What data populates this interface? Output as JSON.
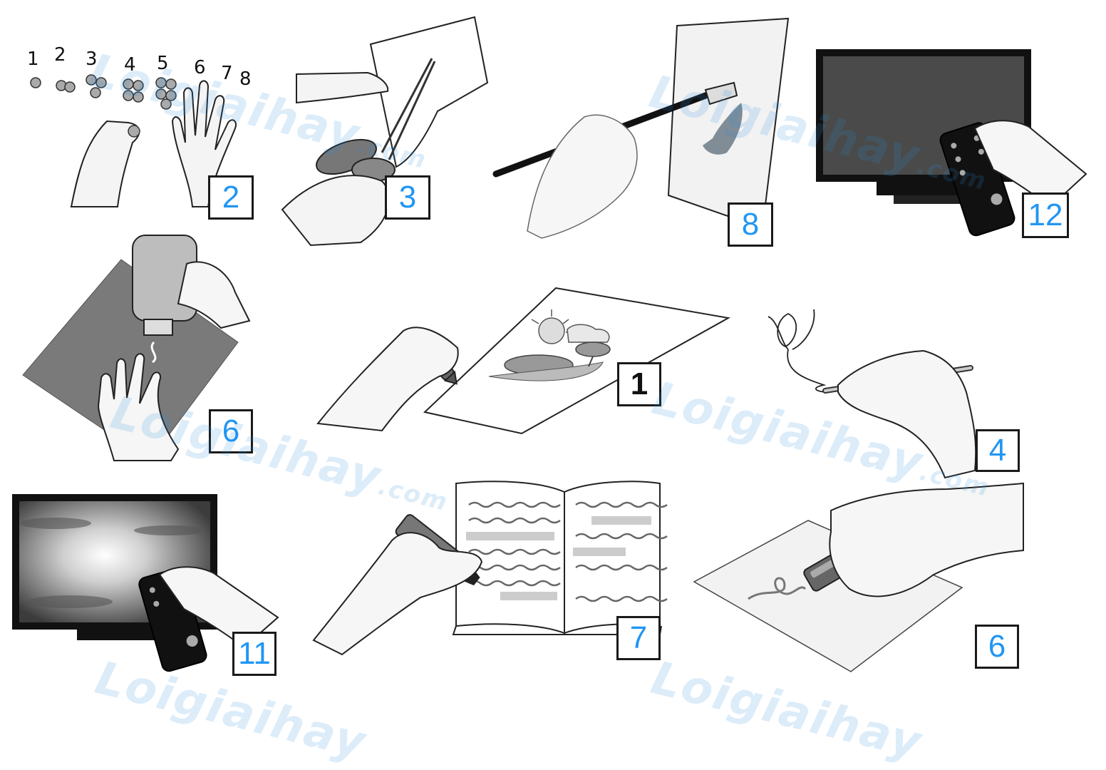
{
  "finger_counts": [
    "1",
    "2",
    "3",
    "4",
    "5",
    "6",
    "7",
    "8"
  ],
  "badges": {
    "counting": "2",
    "cutting": "3",
    "painting": "8",
    "tv_remote_dark": "12",
    "glue": "6",
    "crayon_drawing": "1",
    "pencil_sketch": "4",
    "tv_remote_sunset": "11",
    "highlighting_book": "7",
    "erasing": "6"
  },
  "watermark": {
    "brand": "Loigiaihay",
    "suffix": ".com"
  },
  "colors": {
    "badge_number": "#2196f3",
    "badge_border": "#1a1a1a",
    "watermark": "#2b8fe0"
  }
}
